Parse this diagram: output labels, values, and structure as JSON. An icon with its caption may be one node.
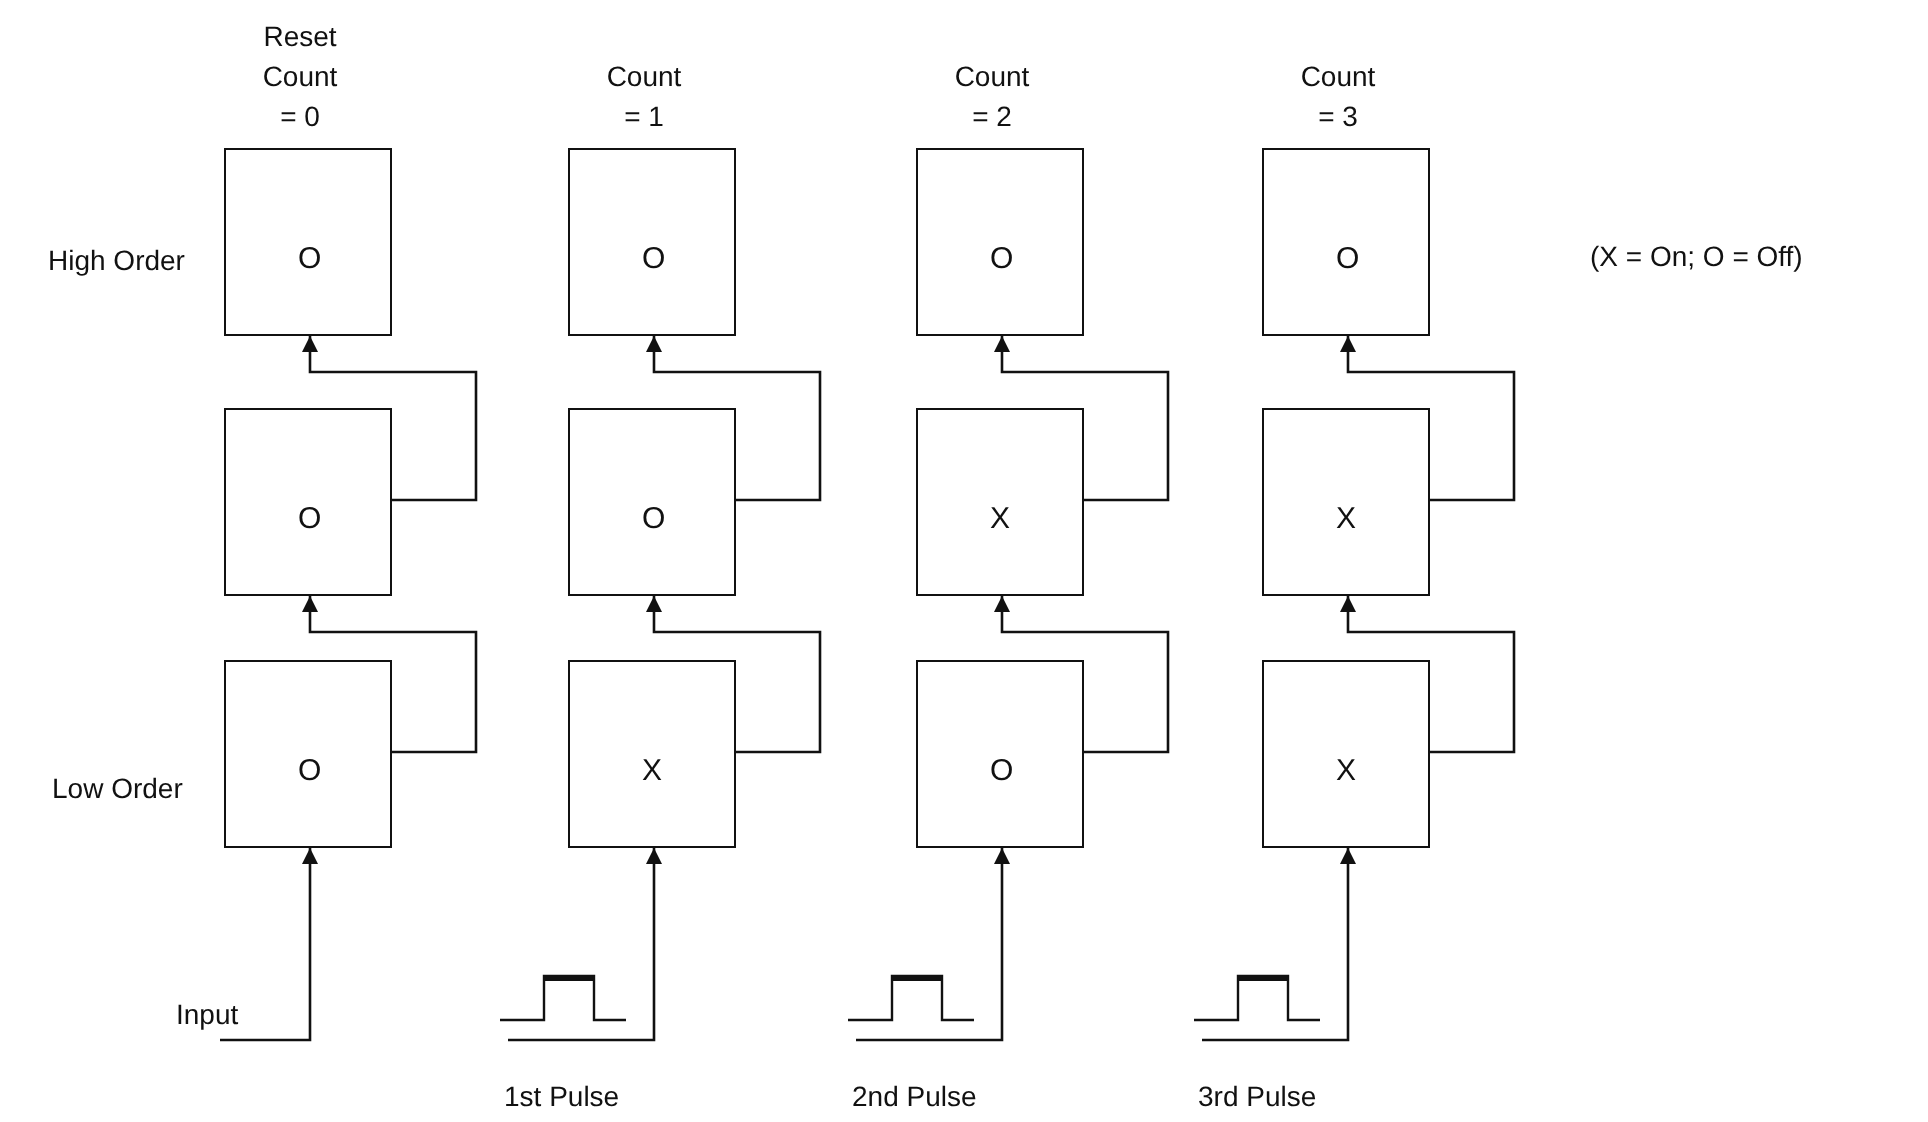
{
  "diagram": {
    "nodes": [
      {
        "text": [
          "O"
        ]
      },
      {
        "text": [
          "O"
        ]
      },
      {
        "text": [
          "O"
        ]
      },
      {
        "text": [
          "O"
        ]
      },
      {
        "text": [
          "O"
        ]
      },
      {
        "text": [
          "X"
        ]
      },
      {
        "text": [
          "O"
        ]
      },
      {
        "text": [
          "X"
        ]
      },
      {
        "text": [
          "O"
        ]
      },
      {
        "text": [
          "O"
        ]
      },
      {
        "text": [
          "X"
        ]
      },
      {
        "text": [
          "X"
        ]
      },
      {
        "text": [
          "Input"
        ]
      }
    ],
    "edges": [
      {
        "from": 2,
        "to": 1,
        "arrow": "to"
      },
      {
        "from": 1,
        "to": 0,
        "arrow": "to"
      },
      {
        "from": 12,
        "to": 2,
        "arrow": "to"
      },
      {
        "from": 5,
        "to": 4,
        "arrow": "to"
      },
      {
        "from": 4,
        "to": 3,
        "arrow": "to"
      },
      {
        "from": null,
        "to": 5,
        "arrow": "to"
      },
      {
        "from": 8,
        "to": 7,
        "arrow": "to"
      },
      {
        "from": 7,
        "to": 6,
        "arrow": "to"
      },
      {
        "from": null,
        "to": 8,
        "arrow": "to"
      },
      {
        "from": 11,
        "to": 10,
        "arrow": "to"
      },
      {
        "from": 10,
        "to": 9,
        "arrow": "to"
      },
      {
        "from": null,
        "to": 11,
        "arrow": "to"
      }
    ],
    "labels": [
      "Reset Count = 0",
      "Count = 1",
      "Count = 2",
      "Count = 3",
      "High Order",
      "(X = On; O = Off)",
      "Low Order",
      "1st Pulse",
      "2nd Pulse",
      "3rd Pulse"
    ]
  }
}
